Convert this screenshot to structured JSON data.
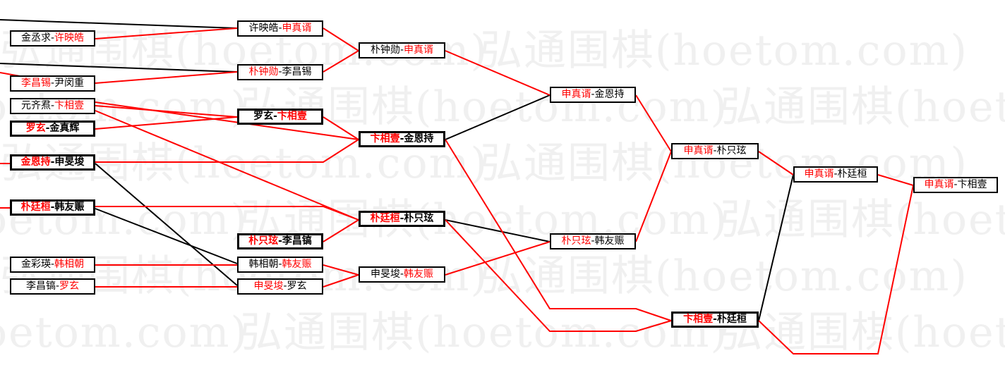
{
  "watermark": "弘通围棋(hoetom.com)",
  "colors": {
    "winner": "#ff0000",
    "loser_line": "#000000",
    "box_border": "#000000"
  },
  "bracket": {
    "r1": [
      {
        "p1": "金丞求",
        "p2": "许映皓",
        "winner": 2
      },
      {
        "p1": "李昌锡",
        "p2": "尹闵重",
        "winner": 1
      },
      {
        "p1": "元齐焄",
        "p2": "卞相壹",
        "winner": 2
      },
      {
        "p1": "罗玄",
        "p2": "金真辉",
        "winner": 1
      },
      {
        "p1": "金恩持",
        "p2": "申旻埈",
        "winner": 1
      },
      {
        "p1": "朴廷桓",
        "p2": "韩友赈",
        "winner": 1
      },
      {
        "p1": "金彩瑛",
        "p2": "韩相朝",
        "winner": 2
      },
      {
        "p1": "李昌镐",
        "p2": "罗玄",
        "winner": 2
      }
    ],
    "r2": [
      {
        "p1": "许映皓",
        "p2": "申真谞",
        "winner": 2
      },
      {
        "p1": "朴钟勋",
        "p2": "李昌锡",
        "winner": 1
      },
      {
        "p1": "罗玄",
        "p2": "卞相壹",
        "winner": 2
      },
      {
        "p1": "朴只玹",
        "p2": "李昌镐",
        "winner": 1
      },
      {
        "p1": "韩相朝",
        "p2": "韩友赈",
        "winner": 2
      },
      {
        "p1": "申旻埈",
        "p2": "罗玄",
        "winner": 1
      }
    ],
    "r3": [
      {
        "p1": "朴钟勋",
        "p2": "申真谞",
        "winner": 2
      },
      {
        "p1": "卞相壹",
        "p2": "金恩持",
        "winner": 1
      },
      {
        "p1": "朴廷桓",
        "p2": "朴只玹",
        "winner": 1
      },
      {
        "p1": "申旻埈",
        "p2": "韩友赈",
        "winner": 2
      }
    ],
    "r4": [
      {
        "p1": "申真谞",
        "p2": "金恩持",
        "winner": 1
      },
      {
        "p1": "朴只玹",
        "p2": "韩友赈",
        "winner": 1
      }
    ],
    "r5": [
      {
        "p1": "申真谞",
        "p2": "朴只玹",
        "winner": 1
      },
      {
        "p1": "卞相壹",
        "p2": "朴廷桓",
        "winner": 1
      }
    ],
    "r6": [
      {
        "p1": "申真谞",
        "p2": "朴廷桓",
        "winner": 1
      }
    ],
    "final": [
      {
        "p1": "申真谞",
        "p2": "卞相壹",
        "winner": 1
      }
    ]
  }
}
